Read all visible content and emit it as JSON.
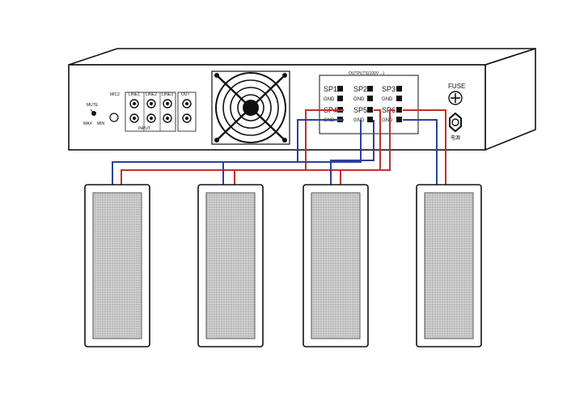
{
  "amplifier": {
    "front_panel": {
      "mute_label": "MUTE",
      "max_label": "MAX",
      "min_label": "MIN",
      "mic_label": "MIC2",
      "line1_label": "LINE1",
      "line2_label": "LINE2",
      "line3_label": "LINE3",
      "out_label": "OUT",
      "input_label": "INPUT"
    },
    "outputs": {
      "title": "OUTPUTS(100V→)",
      "terminals": [
        {
          "sp": "SP1",
          "gnd": "GND"
        },
        {
          "sp": "SP2",
          "gnd": "GND"
        },
        {
          "sp": "SP3",
          "gnd": "GND"
        },
        {
          "sp": "SP4",
          "gnd": "GND"
        },
        {
          "sp": "SP5",
          "gnd": "GND"
        },
        {
          "sp": "SP6",
          "gnd": "GND"
        }
      ]
    },
    "fuse_label": "FUSE",
    "power_label": "电源"
  },
  "wire_colors": {
    "signal": "#c0302c",
    "ground": "#2c3f9e"
  },
  "speaker_count": 4
}
